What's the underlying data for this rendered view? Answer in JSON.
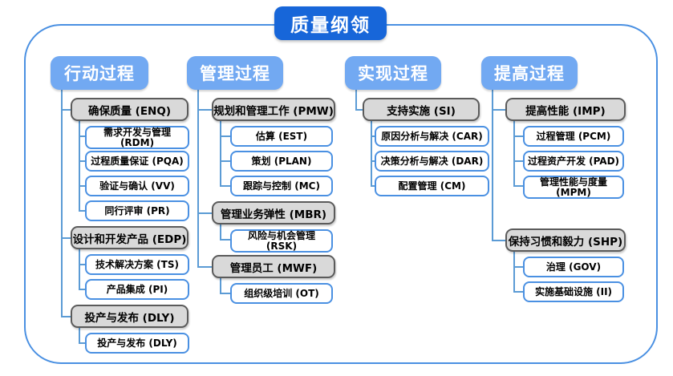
{
  "title": "质量纲领",
  "colors": {
    "title_bg": "#1766d9",
    "header_bg": "#72a9f2",
    "connector_line": "#5b9bd5",
    "frame_border": "#4a90e2",
    "gray_fill": "#d9d9d9",
    "gray_border": "#5b5b5b",
    "white_box_border": "#4a90e2"
  },
  "columns": [
    {
      "id": "action",
      "header": "行动过程",
      "groups": [
        {
          "label": "确保质量 (ENQ)",
          "children": [
            "需求开发与管理 (RDM)",
            "过程质量保证 (PQA)",
            "验证与确认 (VV)",
            "同行评审 (PR)"
          ]
        },
        {
          "label": "设计和开发产品 (EDP)",
          "children": [
            "技术解决方案 (TS)",
            "产品集成 (PI)"
          ]
        },
        {
          "label": "投产与发布 (DLY)",
          "children": [
            "投产与发布 (DLY)"
          ]
        }
      ]
    },
    {
      "id": "management",
      "header": "管理过程",
      "groups": [
        {
          "label": "规划和管理工作 (PMW)",
          "children": [
            "估算 (EST)",
            "策划 (PLAN)",
            "跟踪与控制 (MC)"
          ]
        },
        {
          "label": "管理业务弹性 (MBR)",
          "children": [
            "风险与机会管理 (RSK)"
          ]
        },
        {
          "label": "管理员工 (MWF)",
          "children": [
            "组织级培训 (OT)"
          ]
        }
      ]
    },
    {
      "id": "implementation",
      "header": "实现过程",
      "groups": [
        {
          "label": "支持实施 (SI)",
          "children": [
            "原因分析与解决 (CAR)",
            "决策分析与解决 (DAR)",
            "配置管理 (CM)"
          ]
        }
      ]
    },
    {
      "id": "improvement",
      "header": "提高过程",
      "groups": [
        {
          "label": "提高性能 (IMP)",
          "children": [
            "过程管理 (PCM)",
            "过程资产开发 (PAD)",
            "管理性能与度量 (MPM)"
          ]
        },
        {
          "label": "保持习惯和毅力 (SHP)",
          "children": [
            "治理 (GOV)",
            "实施基础设施 (II)"
          ]
        }
      ]
    }
  ]
}
